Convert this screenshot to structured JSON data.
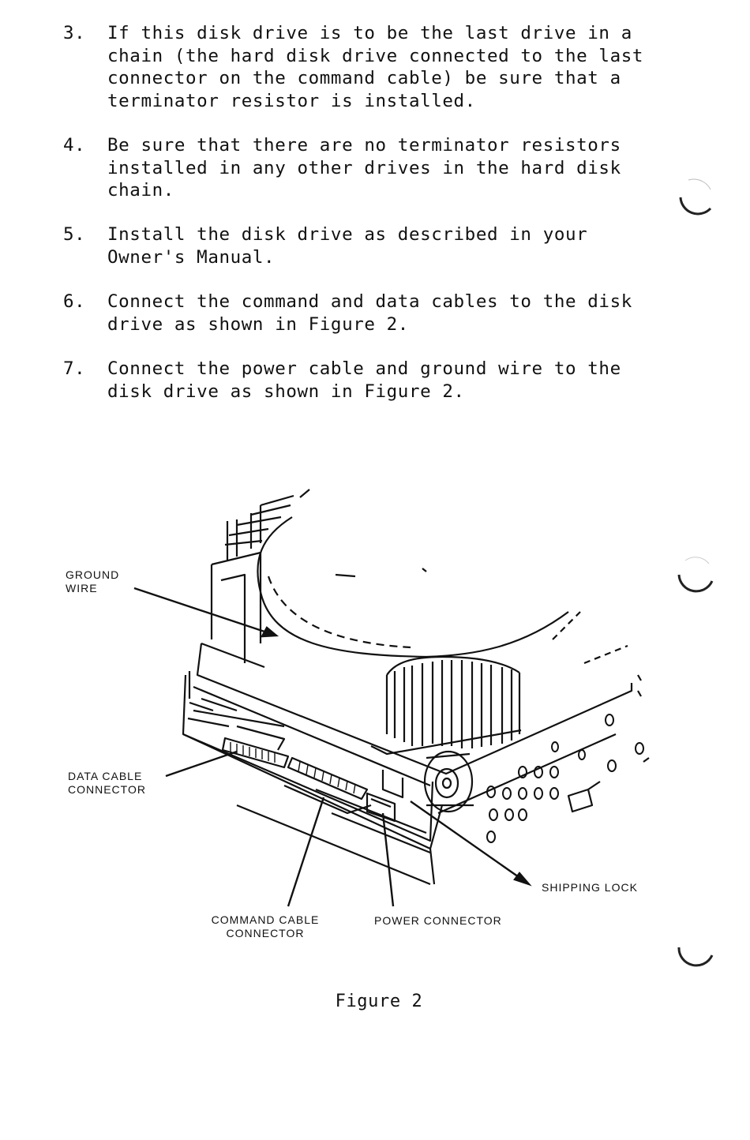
{
  "steps": [
    {
      "number": "3.",
      "text": "If this disk drive is to be the last drive in a\nchain (the hard disk drive connected to the last\nconnector on the command cable) be sure that a\nterminator resistor is installed."
    },
    {
      "number": "4.",
      "text": "Be sure that there are no terminator resistors\ninstalled in any other drives in the hard disk\nchain."
    },
    {
      "number": "5.",
      "text": "Install the disk drive as described in your\nOwner's Manual."
    },
    {
      "number": "6.",
      "text": "Connect the command and data cables to the disk\ndrive as shown in Figure 2."
    },
    {
      "number": "7.",
      "text": "Connect the power cable and ground wire to the\ndisk drive as shown in Figure 2."
    }
  ],
  "figure": {
    "labels": {
      "ground_wire": "GROUND\nWIRE",
      "data_cable_connector": "DATA CABLE\nCONNECTOR",
      "command_cable_connector": "COMMAND CABLE\nCONNECTOR",
      "power_connector": "POWER CONNECTOR",
      "shipping_lock": "SHIPPING LOCK"
    },
    "caption": "Figure 2"
  }
}
